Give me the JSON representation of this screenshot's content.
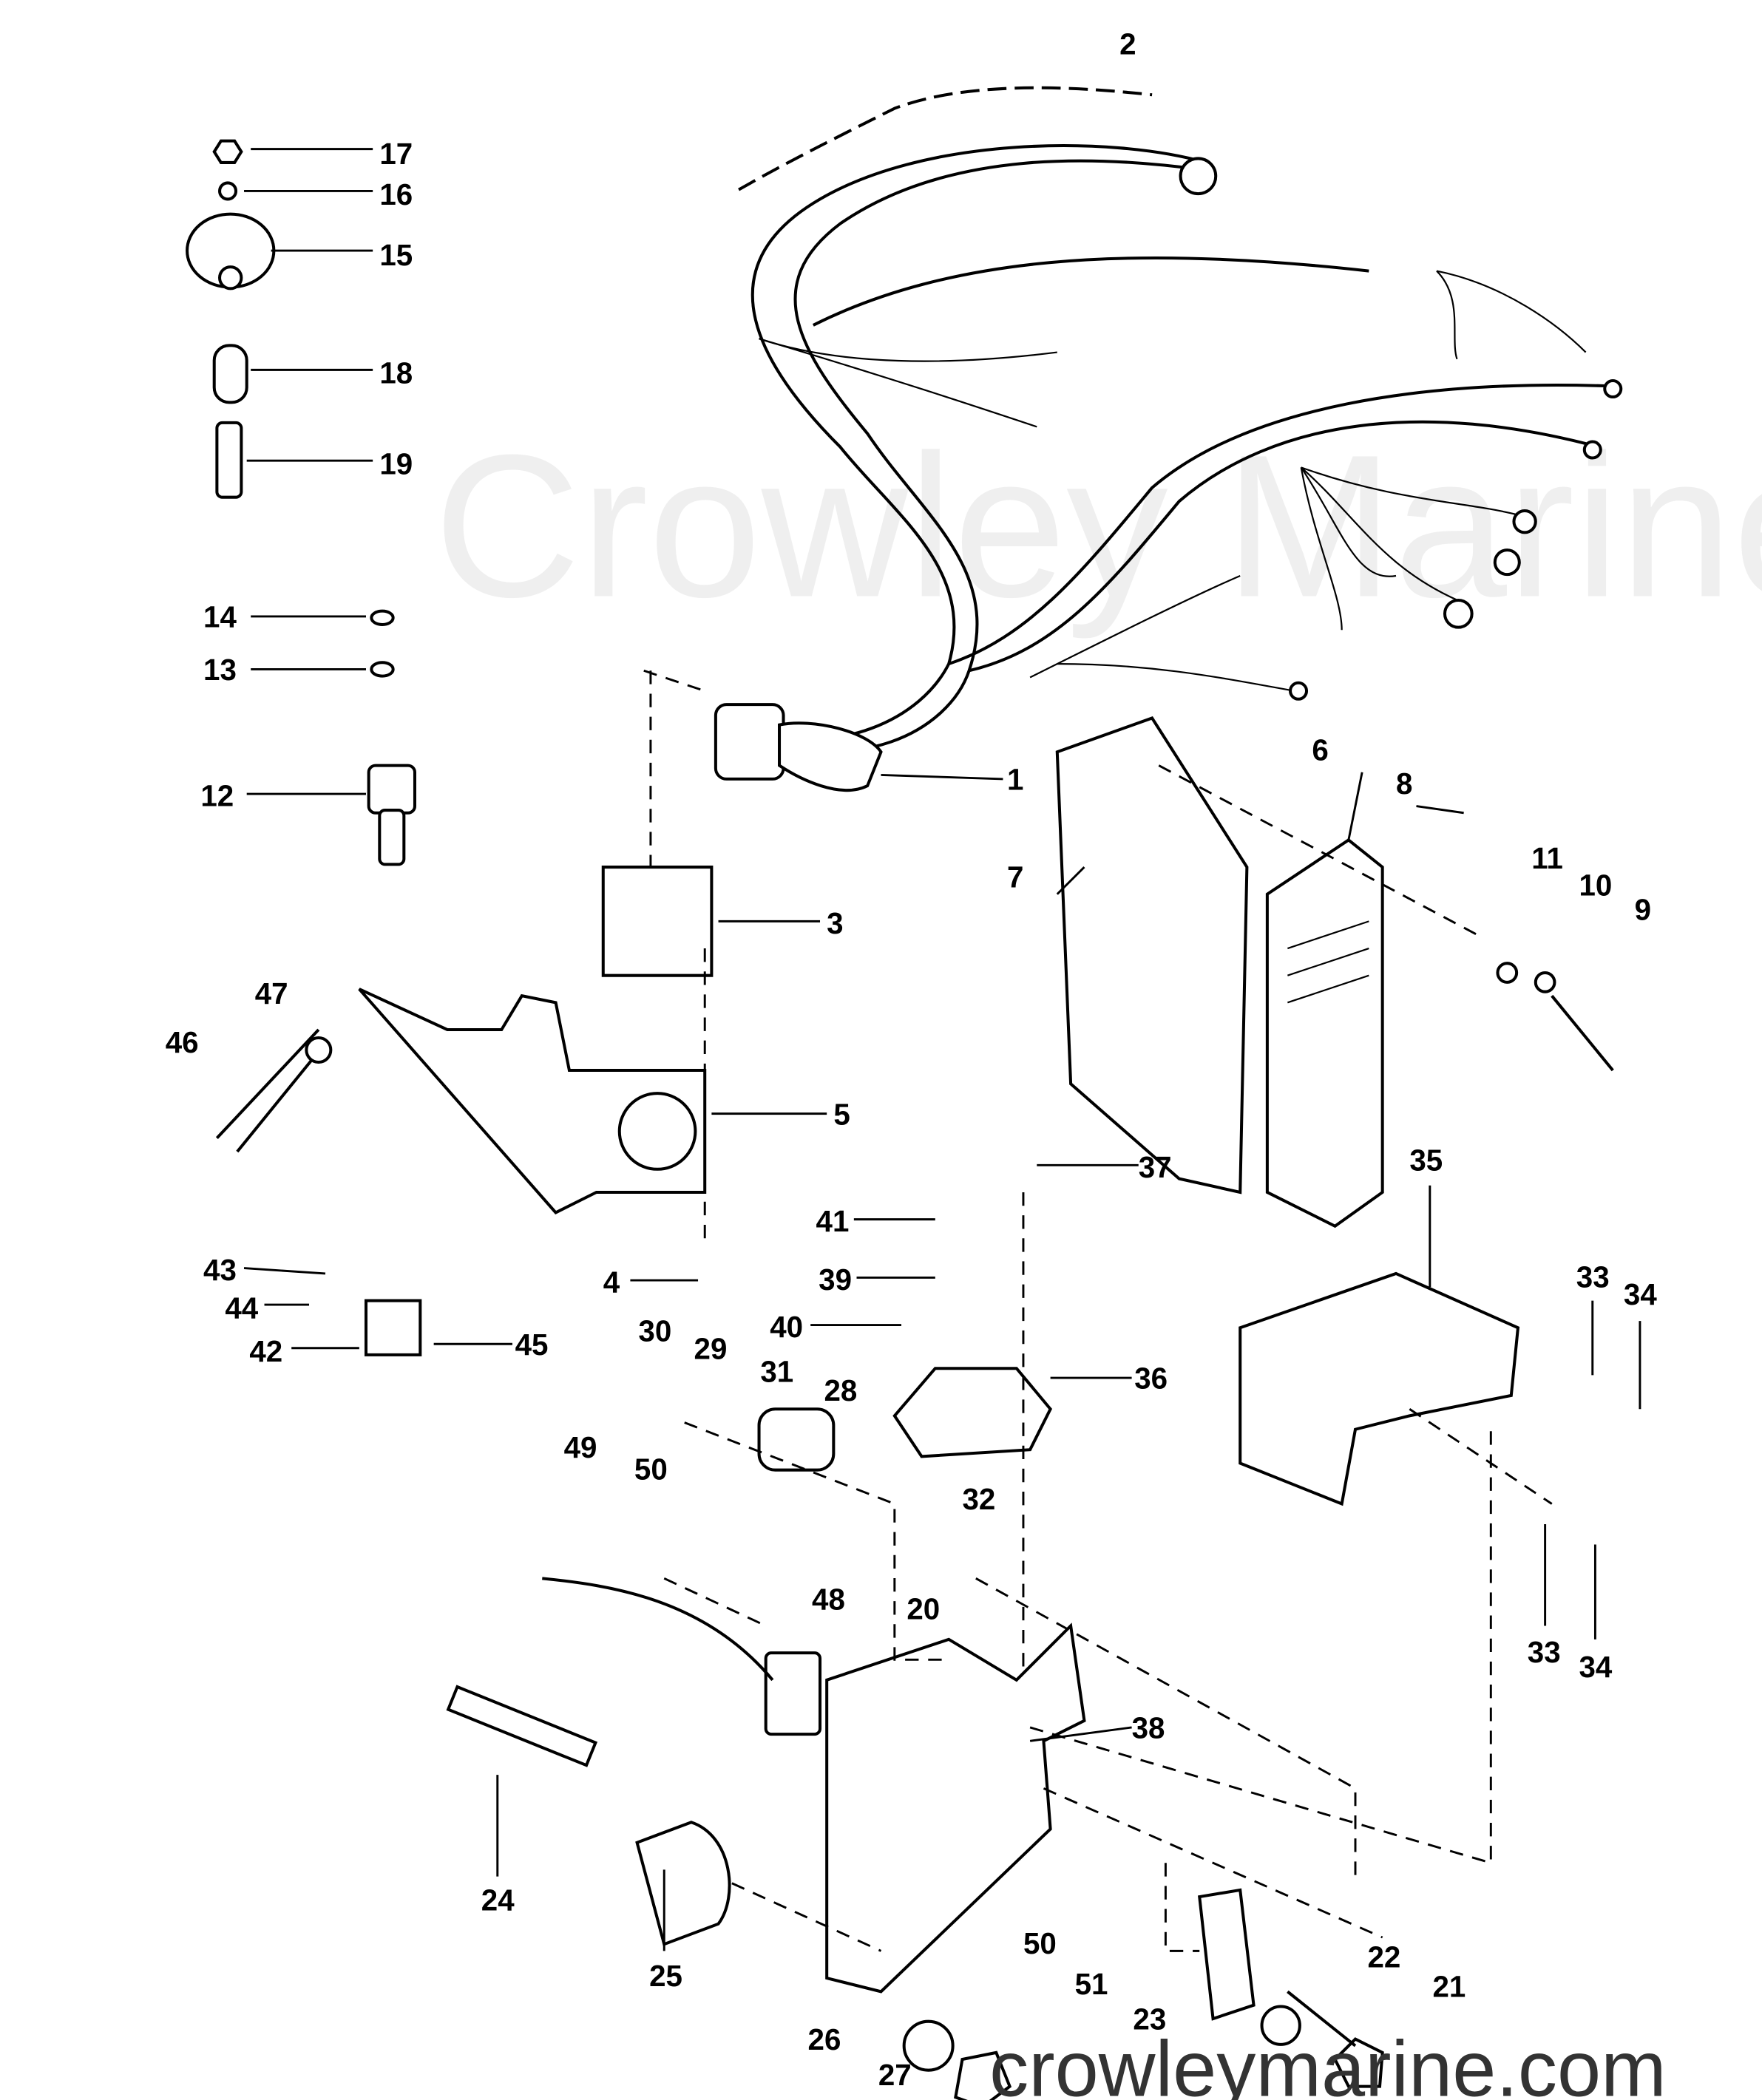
{
  "diagram": {
    "watermark": "Crowley Marine",
    "site": "crowleymarine.com",
    "labels": {
      "p1": "1",
      "p2": "2",
      "p3": "3",
      "p4": "4",
      "p5": "5",
      "p6": "6",
      "p7": "7",
      "p8": "8",
      "p9": "9",
      "p10": "10",
      "p11": "11",
      "p12": "12",
      "p13": "13",
      "p14": "14",
      "p15": "15",
      "p16": "16",
      "p17": "17",
      "p18": "18",
      "p19": "19",
      "p20": "20",
      "p21": "21",
      "p22": "22",
      "p23": "23",
      "p24": "24",
      "p25": "25",
      "p26": "26",
      "p27": "27",
      "p28": "28",
      "p29": "29",
      "p30": "30",
      "p31": "31",
      "p32": "32",
      "p33a": "33",
      "p33b": "33",
      "p34a": "34",
      "p34b": "34",
      "p35": "35",
      "p36": "36",
      "p37": "37",
      "p38": "38",
      "p39": "39",
      "p40": "40",
      "p41": "41",
      "p42": "42",
      "p43": "43",
      "p44": "44",
      "p45": "45",
      "p46": "46",
      "p47": "47",
      "p48": "48",
      "p49": "49",
      "p50a": "50",
      "p50b": "50",
      "p51": "51"
    }
  }
}
